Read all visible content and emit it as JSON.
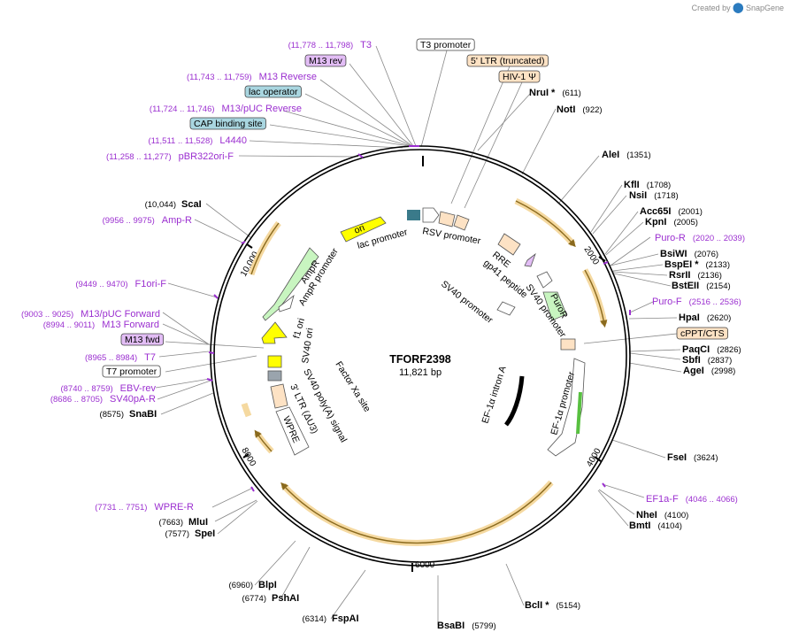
{
  "brand": {
    "prefix": "Created by",
    "name": "SnapGene"
  },
  "plasmid": {
    "name": "TFORF2398",
    "length": "11,821 bp"
  },
  "ticks": [
    "2000",
    "4000",
    "6000",
    "8000",
    "10,000"
  ],
  "enzymes": [
    {
      "name": "NruI *",
      "pos": "(611)"
    },
    {
      "name": "NotI",
      "pos": "(922)"
    },
    {
      "name": "AleI",
      "pos": "(1351)"
    },
    {
      "name": "KflI",
      "pos": "(1708)"
    },
    {
      "name": "NsiI",
      "pos": "(1718)"
    },
    {
      "name": "Acc65I",
      "pos": "(2001)"
    },
    {
      "name": "KpnI",
      "pos": "(2005)"
    },
    {
      "name": "BsiWI",
      "pos": "(2076)"
    },
    {
      "name": "BspEI *",
      "pos": "(2133)"
    },
    {
      "name": "RsrII",
      "pos": "(2136)"
    },
    {
      "name": "BstEII",
      "pos": "(2154)"
    },
    {
      "name": "HpaI",
      "pos": "(2620)"
    },
    {
      "name": "PaqCI",
      "pos": "(2826)"
    },
    {
      "name": "SbfI",
      "pos": "(2837)"
    },
    {
      "name": "AgeI",
      "pos": "(2998)"
    },
    {
      "name": "FseI",
      "pos": "(3624)"
    },
    {
      "name": "NheI",
      "pos": "(4100)"
    },
    {
      "name": "BmtI",
      "pos": "(4104)"
    },
    {
      "name": "BclI *",
      "pos": "(5154)"
    },
    {
      "name": "BsaBI",
      "pos": "(5799)"
    },
    {
      "name": "FspAI",
      "pos": "(6314)"
    },
    {
      "name": "PshAI",
      "pos": "(6774)"
    },
    {
      "name": "BlpI",
      "pos": "(6960)"
    },
    {
      "name": "SpeI",
      "pos": "(7577)"
    },
    {
      "name": "MluI",
      "pos": "(7663)"
    },
    {
      "name": "SnaBI",
      "pos": "(8575)"
    },
    {
      "name": "ScaI",
      "pos": "(10,044)"
    }
  ],
  "primers": [
    {
      "name": "T3",
      "pos": "(11,778 .. 11,798)"
    },
    {
      "name": "M13 Reverse",
      "pos": "(11,743 .. 11,759)"
    },
    {
      "name": "M13/pUC Reverse",
      "pos": "(11,724 .. 11,746)"
    },
    {
      "name": "L4440",
      "pos": "(11,511 .. 11,528)"
    },
    {
      "name": "pBR322ori-F",
      "pos": "(11,258 .. 11,277)"
    },
    {
      "name": "Amp-R",
      "pos": "(9956 .. 9975)"
    },
    {
      "name": "F1ori-F",
      "pos": "(9449 .. 9470)"
    },
    {
      "name": "M13/pUC Forward",
      "pos": "(9003 .. 9025)"
    },
    {
      "name": "M13 Forward",
      "pos": "(8994 .. 9011)"
    },
    {
      "name": "T7",
      "pos": "(8965 .. 8984)"
    },
    {
      "name": "EBV-rev",
      "pos": "(8740 .. 8759)"
    },
    {
      "name": "SV40pA-R",
      "pos": "(8686 .. 8705)"
    },
    {
      "name": "WPRE-R",
      "pos": "(7731 .. 7751)"
    },
    {
      "name": "Puro-R",
      "pos": "(2020 .. 2039)"
    },
    {
      "name": "Puro-F",
      "pos": "(2516 .. 2536)"
    },
    {
      "name": "EF1a-F",
      "pos": "(4046 .. 4066)"
    }
  ],
  "boxed_labels": [
    {
      "text": "T3 promoter",
      "fill": "#ffffff"
    },
    {
      "text": "5' LTR (truncated)",
      "fill": "#fde2c4"
    },
    {
      "text": "HIV-1 Ψ",
      "fill": "#fde2c4"
    },
    {
      "text": "M13 rev",
      "fill": "#e2bdf5"
    },
    {
      "text": "lac operator",
      "fill": "#a9d6e0"
    },
    {
      "text": "CAP binding site",
      "fill": "#a9d6e0"
    },
    {
      "text": "cPPT/CTS",
      "fill": "#fde2c4"
    },
    {
      "text": "M13 fwd",
      "fill": "#e2bdf5"
    },
    {
      "text": "T7 promoter",
      "fill": "#ffffff"
    }
  ],
  "inner_labels": [
    "ori",
    "lac promoter",
    "RSV promoter",
    "RRE",
    "gp41 peptide",
    "SV40 promoter",
    "SV40 promoter",
    "PuroR",
    "AmpR",
    "AmpR promoter",
    "f1 ori",
    "SV40 ori",
    "EF-1α intron A",
    "EF-1α promoter",
    "Factor Xa site",
    "SV40 poly(A) signal",
    "3' LTR (ΔU3)",
    "WPRE"
  ],
  "colors": {
    "purple": "#9b2fd0",
    "orf": "#f5c16c",
    "yellow": "#ffff00",
    "green": "#c8f5c0",
    "peach": "#fde2c4",
    "blue": "#a9d6e0",
    "lavender": "#e2bdf5"
  }
}
